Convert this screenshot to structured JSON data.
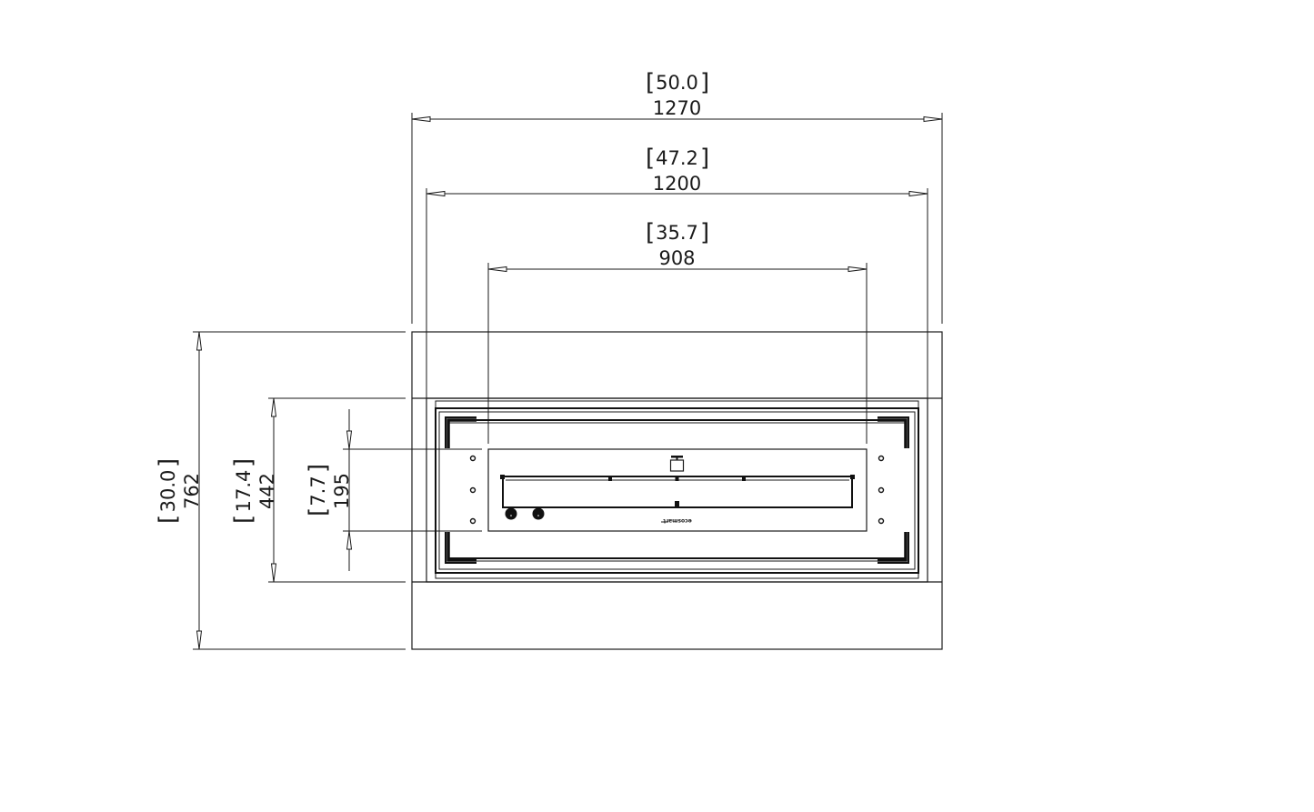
{
  "drawing": {
    "view": "top",
    "units_primary": "mm",
    "units_secondary": "in",
    "colors": {
      "line": "#1a1a1a",
      "background": "#ffffff"
    }
  },
  "dimensions": {
    "horizontal": [
      {
        "id": "overall-width",
        "inches": "50.0",
        "mm": "1270"
      },
      {
        "id": "inner-width",
        "inches": "47.2",
        "mm": "1200"
      },
      {
        "id": "burner-width",
        "inches": "35.7",
        "mm": "908"
      }
    ],
    "vertical": [
      {
        "id": "overall-depth",
        "inches": "30.0",
        "mm": "762"
      },
      {
        "id": "insert-depth",
        "inches": "17.4",
        "mm": "442"
      },
      {
        "id": "burner-depth",
        "inches": "7.7",
        "mm": "195"
      }
    ]
  },
  "burner": {
    "brand_mark": "ecosmart"
  }
}
